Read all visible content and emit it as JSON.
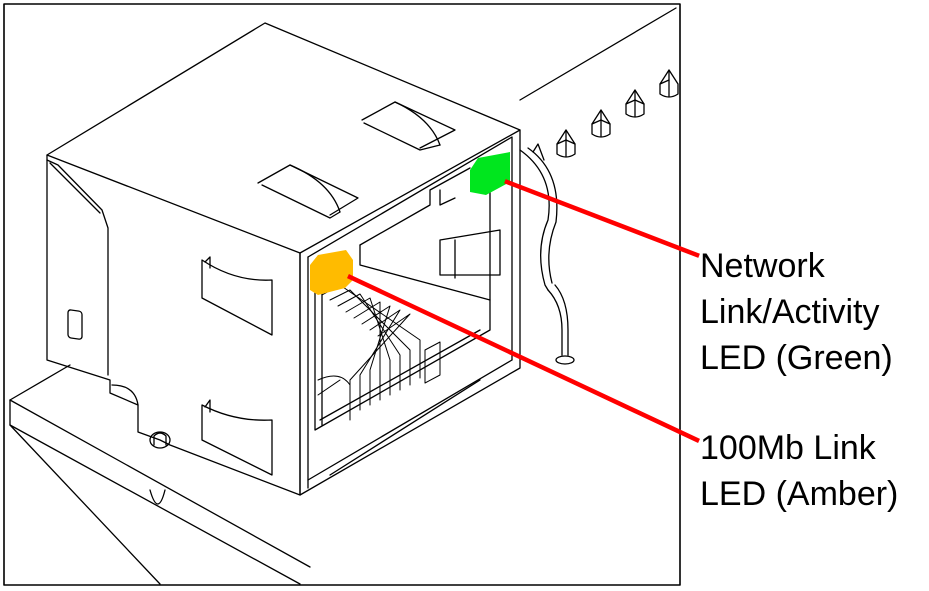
{
  "figure": {
    "subject": "RJ-45 network connector with status LEDs",
    "callouts": [
      {
        "id": "green-led",
        "lines": [
          "Network",
          "Link/Activity",
          "LED (Green)"
        ],
        "led_color": "#00e61e"
      },
      {
        "id": "amber-led",
        "lines": [
          "100Mb Link",
          "LED (Amber)"
        ],
        "led_color": "#ffbb00"
      }
    ],
    "leader_color": "#ff0000",
    "line_color": "#000000"
  }
}
